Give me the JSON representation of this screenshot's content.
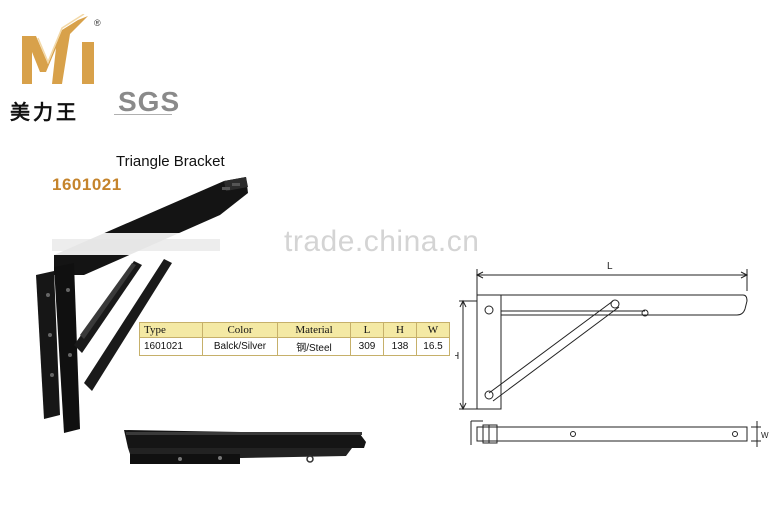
{
  "logo": {
    "cn_text": "美力王",
    "registered": "®",
    "certification": "SGS",
    "mark_color": "#d8a14a"
  },
  "product": {
    "title": "Triangle Bracket",
    "code": "1601021"
  },
  "watermark": "trade.china.cn",
  "spec_table": {
    "headers": [
      "Type",
      "Color",
      "Material",
      "L",
      "H",
      "W"
    ],
    "row": [
      "1601021",
      "Balck/Silver",
      "钢/Steel",
      "309",
      "138",
      "16.5"
    ],
    "header_bg": "#f4e9a4",
    "border_color": "#c6b06a"
  },
  "diagram": {
    "label_l": "L",
    "label_h": "H",
    "label_w": "W"
  }
}
